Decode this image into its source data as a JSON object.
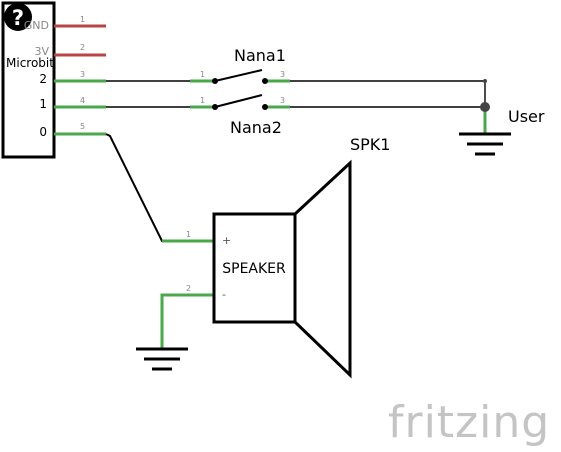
{
  "microbit": {
    "label": "Microbit",
    "help_glyph": "?",
    "pins": [
      {
        "name": "GND",
        "number": "1"
      },
      {
        "name": "3V",
        "number": "2"
      },
      {
        "name": "2",
        "number": "3"
      },
      {
        "name": "1",
        "number": "4"
      },
      {
        "name": "0",
        "number": "5"
      }
    ]
  },
  "switches": [
    {
      "label": "Nana1",
      "pin_left": "1",
      "pin_right": "3"
    },
    {
      "label": "Nana2",
      "pin_left": "1",
      "pin_right": "3"
    }
  ],
  "user_label": "User",
  "speaker": {
    "part_label": "SPK1",
    "body_label": "SPEAKER",
    "pins": [
      {
        "number": "1",
        "polarity": "+"
      },
      {
        "number": "2",
        "polarity": "-"
      }
    ]
  },
  "watermark": "fritzing",
  "colors": {
    "wire": "#000000",
    "pin_green": "#4aa84a",
    "pin_red": "#b84444",
    "pin_number": "#888888",
    "watermark": "#c4c4c4"
  }
}
